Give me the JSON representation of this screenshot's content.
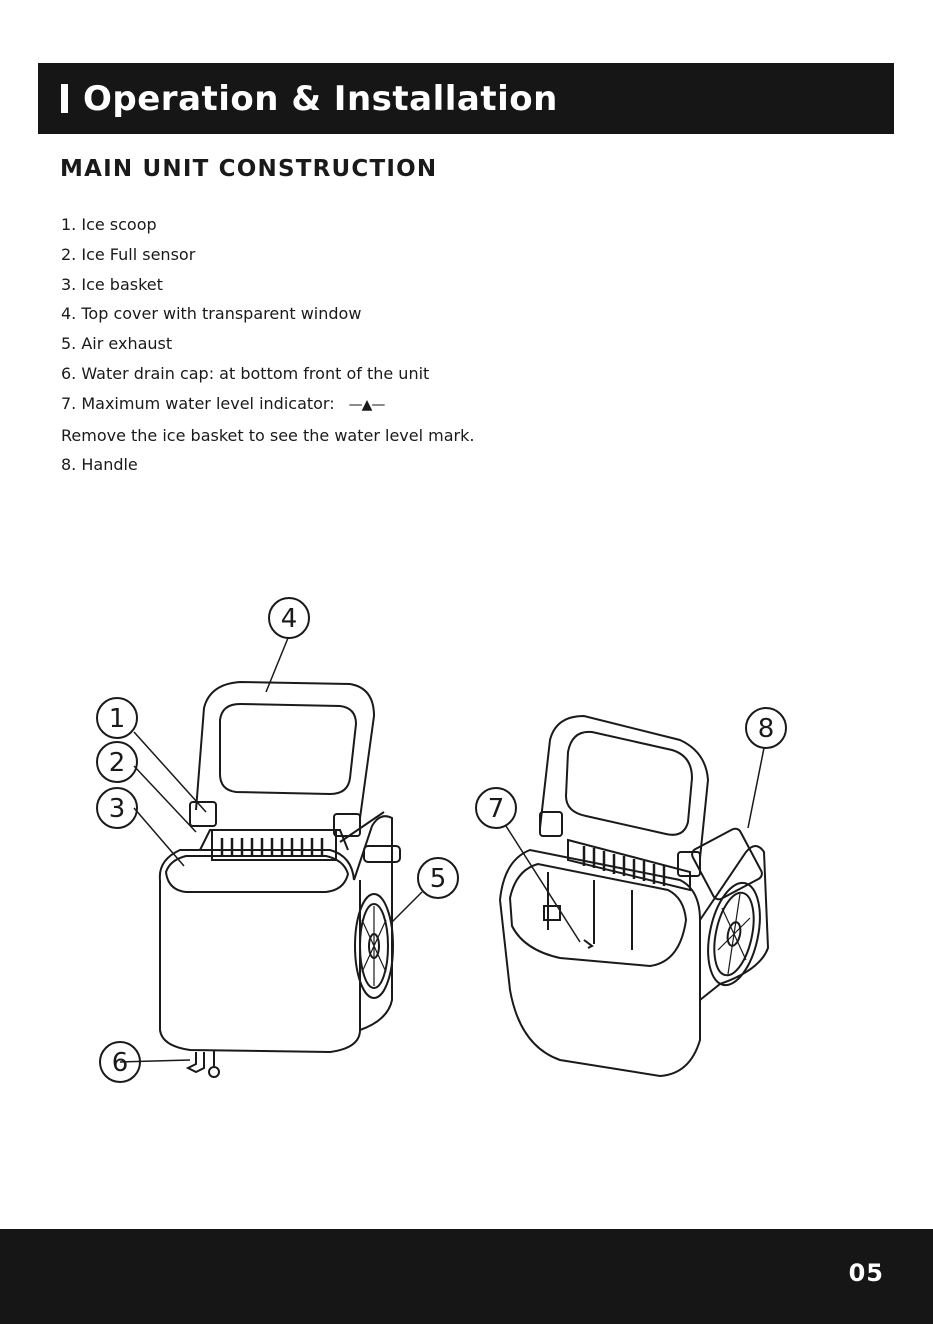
{
  "header": {
    "title": "Operation & Installation"
  },
  "section": {
    "title": "MAIN UNIT CONSTRUCTION"
  },
  "parts": [
    "1. Ice scoop",
    "2. Ice Full sensor",
    "3. Ice basket",
    "4. Top cover with transparent window",
    "5. Air exhaust",
    "6. Water drain cap: at bottom front of the unit",
    "7. Maximum water level indicator:",
    "Remove the ice basket to see the water level mark.",
    "8. Handle"
  ],
  "indicator_symbol": "—▲—",
  "callouts": [
    "1",
    "2",
    "3",
    "4",
    "5",
    "6",
    "7",
    "8"
  ],
  "footer": {
    "page_number": "05"
  }
}
